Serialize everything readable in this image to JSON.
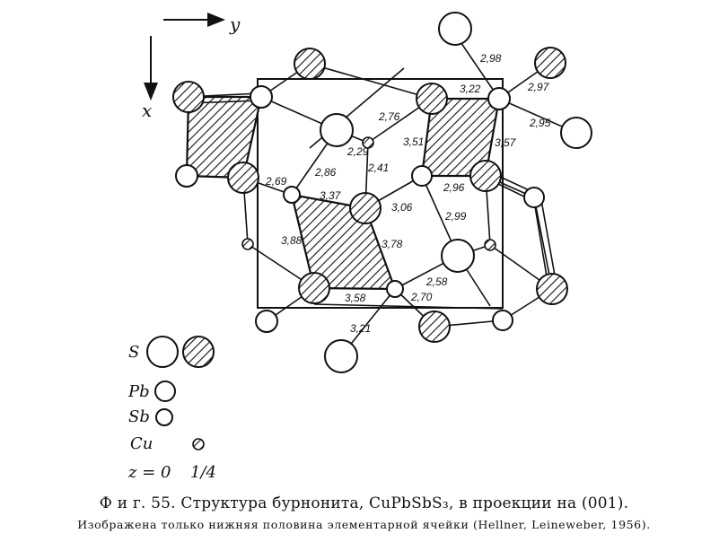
{
  "axes": {
    "y_label": "y",
    "x_label": "x"
  },
  "distances": {
    "d298": "2,98",
    "d322": "3,22",
    "d297": "2,97",
    "d295": "2,95",
    "d357": "3,57",
    "d351": "3,51",
    "d276": "2,76",
    "d229": "2,29",
    "d241": "2,41",
    "d286": "2,86",
    "d269": "2,69",
    "d337": "3,37",
    "d306": "3,06",
    "d296": "2,96",
    "d299": "2,99",
    "d388": "3,88",
    "d378": "3,78",
    "d258": "2,58",
    "d270": "2,70",
    "d358": "3,58",
    "d321": "3,21"
  },
  "legend": {
    "s": "S",
    "pb": "Pb",
    "sb": "Sb",
    "cu": "Cu",
    "z0": "z = 0",
    "z14": "1/4"
  },
  "caption": {
    "title": "Ф и г. 55. Структура бурнонита, CuPbSbS₃, в проекции на (001).",
    "subtitle": "Изображена только нижняя половина элементарной ячейки (Hellner, Leineweber, 1956)."
  }
}
